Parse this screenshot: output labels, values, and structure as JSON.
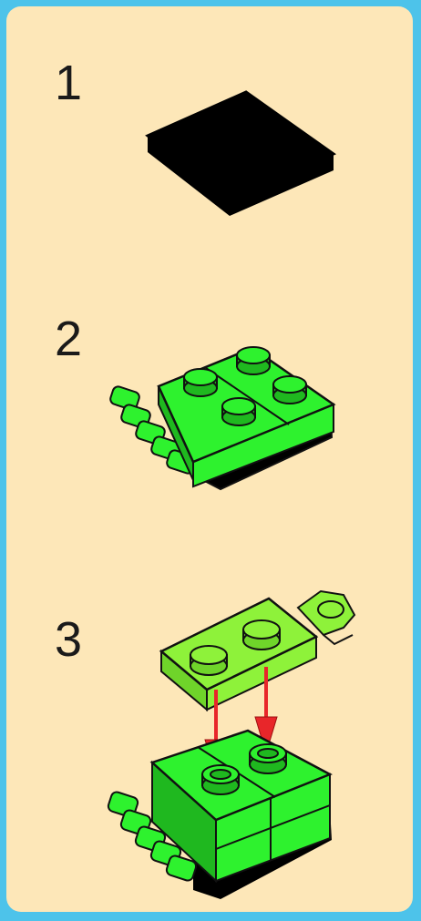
{
  "steps": [
    {
      "number": "1"
    },
    {
      "number": "2"
    },
    {
      "number": "3"
    }
  ],
  "colors": {
    "background_border": "#4dc3ea",
    "panel": "#fde7b8",
    "brick_green": "#2ef22e",
    "brick_green_dark": "#1fb81f",
    "plate_light_green": "#8ef23a",
    "plate_black": "#000000",
    "arrow_red": "#e8262a",
    "outline": "#111111"
  },
  "icons": [
    "black-plate-2x2-icon",
    "green-brick-assembly-icon",
    "hinge-plate-icon",
    "down-arrow-icon"
  ]
}
